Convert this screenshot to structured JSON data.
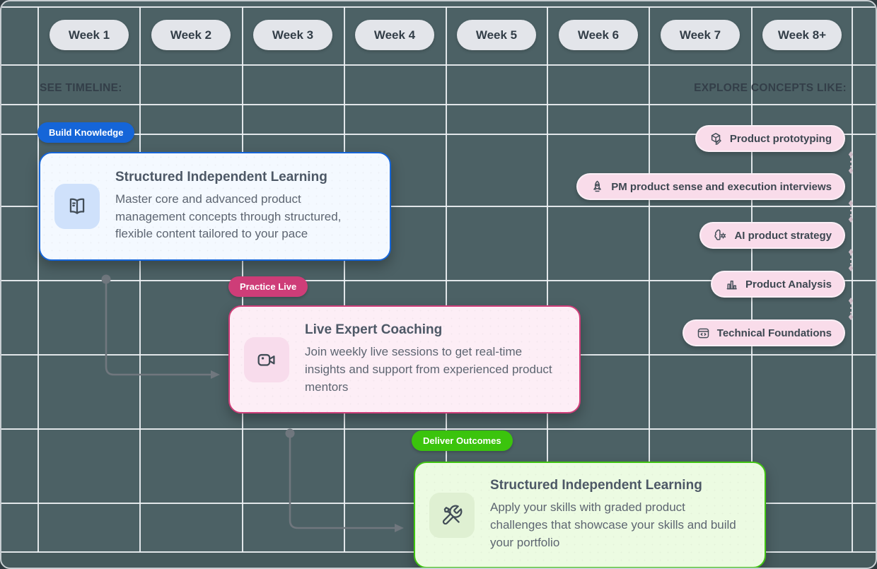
{
  "timeline": {
    "weeks": [
      "Week 1",
      "Week 2",
      "Week 3",
      "Week 4",
      "Week 5",
      "Week 6",
      "Week 7",
      "Week 8+"
    ],
    "see_timeline_label": "SEE TIMELINE:",
    "explore_label": "EXPLORE CONCEPTS LIKE:"
  },
  "phases": [
    {
      "badge": "Build Knowledge",
      "title": "Structured Independent Learning",
      "description": "Master core and advanced product management concepts through structured, flexible content tailored to your pace",
      "icon": "open-book-icon",
      "accent_color": "#1565d8"
    },
    {
      "badge": "Practice Live",
      "title": "Live Expert Coaching",
      "description": "Join weekly live sessions to get real-time insights and support from experienced product mentors",
      "icon": "video-camera-icon",
      "accent_color": "#ce3d78"
    },
    {
      "badge": "Deliver Outcomes",
      "title": "Structured Independent Learning",
      "description": "Apply your skills with graded product challenges that showcase your skills and build your portfolio",
      "icon": "tools-icon",
      "accent_color": "#3bc40d"
    }
  ],
  "concepts": [
    {
      "label": "Product prototyping",
      "icon": "package-pencil-icon"
    },
    {
      "label": "PM product sense and execution interviews",
      "icon": "rocket-icon"
    },
    {
      "label": "AI product strategy",
      "icon": "ai-brain-gear-icon"
    },
    {
      "label": "Product Analysis",
      "icon": "bar-chart-icon"
    },
    {
      "label": "Technical Foundations",
      "icon": "code-window-icon"
    }
  ],
  "colors": {
    "background": "#4c6165",
    "grid_line": "#eef2f4",
    "week_pill_bg": "#e3e5ea",
    "heading_text": "#333e48",
    "concept_pill_bg": "#f9dcea",
    "blue_accent": "#1565d8",
    "pink_accent": "#ce3d78",
    "green_accent": "#3bc40d",
    "connector_gray": "#70777e"
  }
}
